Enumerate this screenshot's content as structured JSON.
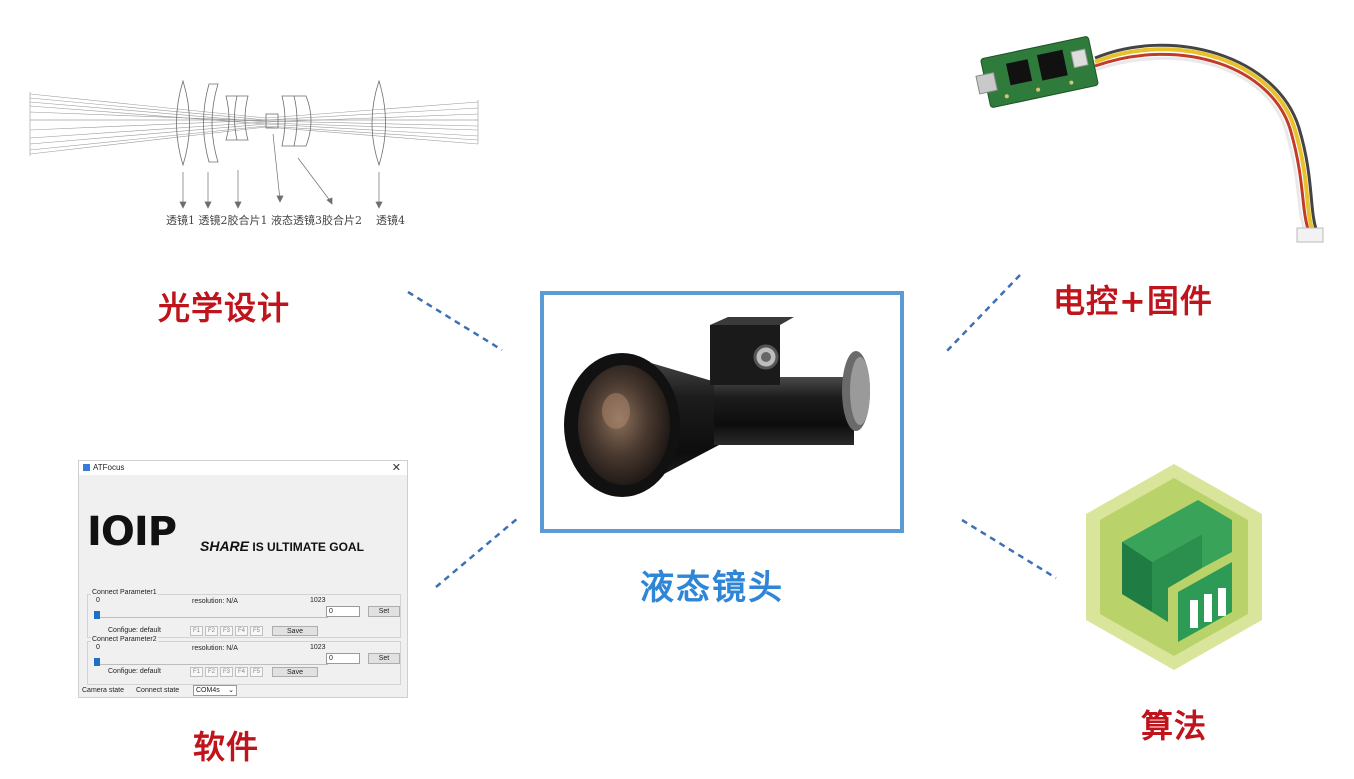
{
  "labels": {
    "optics": "光学设计",
    "electronics": "电控+固件",
    "center": "液态镜头",
    "software": "软件",
    "algorithm": "算法"
  },
  "optics_diagram": {
    "parts": [
      "透镜1",
      "透镜2",
      "胶合片1",
      "液态透镜3",
      "胶合片2",
      "透镜4"
    ]
  },
  "software": {
    "window_title": "ATFocus",
    "logo": "IOIP",
    "slogan_share": "SHARE",
    "slogan_rest": "IS ULTIMATE GOAL",
    "groups": [
      {
        "title": "Connect Parameter1",
        "min": "0",
        "resolution": "resolution:  N/A",
        "max": "1023",
        "value": "0",
        "set": "Set",
        "configue": "Configue:  default",
        "f_buttons": [
          "F1",
          "F2",
          "F3",
          "F4",
          "F5"
        ],
        "save": "Save"
      },
      {
        "title": "Connect Parameter2",
        "min": "0",
        "resolution": "resolution:  N/A",
        "max": "1023",
        "value": "0",
        "set": "Set",
        "configue": "Configue:  default",
        "f_buttons": [
          "F1",
          "F2",
          "F3",
          "F4",
          "F5"
        ],
        "save": "Save"
      }
    ],
    "camera_state": "Camera state",
    "connect_state": "Connect state",
    "port": "COM4s"
  },
  "colors": {
    "label_red": "#c0141c",
    "label_blue": "#2f86d6",
    "connector": "#3f6fb5",
    "frame": "#5b9bd5"
  }
}
